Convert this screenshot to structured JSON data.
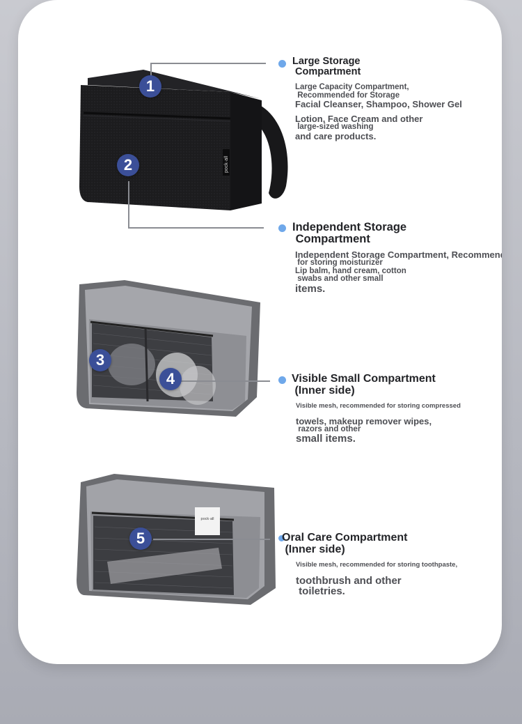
{
  "colors": {
    "badge": "#3b4f98",
    "bullet": "#6fa8ea",
    "leader": "#8a8c92"
  },
  "product": {
    "brand_tag": "pock·all"
  },
  "badges": [
    "1",
    "2",
    "3",
    "4",
    "5"
  ],
  "features": [
    {
      "title": [
        "Large Storage",
        " Compartment"
      ],
      "desc": [
        "Large Capacity Compartment,",
        " Recommended for Storage",
        "Facial Cleanser, Shampoo, Shower Gel",
        "Lotion, Face Cream and other",
        " large-sized washing",
        "and care products."
      ]
    },
    {
      "title": [
        "Independent Storage",
        " Compartment"
      ],
      "desc": [
        "Independent Storage Compartment, Recommended",
        " for storing moisturizer",
        "Lip balm, hand cream, cotton",
        " swabs and other small",
        "items."
      ]
    },
    {
      "title": [
        "Visible Small Compartment",
        " (Inner side)"
      ],
      "desc": [
        "Visible mesh, recommended for storing compressed",
        "towels, makeup remover wipes,",
        " razors and other",
        "small items."
      ]
    },
    {
      "title": [
        "Oral Care Compartment",
        " (Inner side)"
      ],
      "desc": [
        "Visible mesh, recommended for storing toothpaste,",
        "toothbrush and other",
        " toiletries."
      ]
    }
  ]
}
